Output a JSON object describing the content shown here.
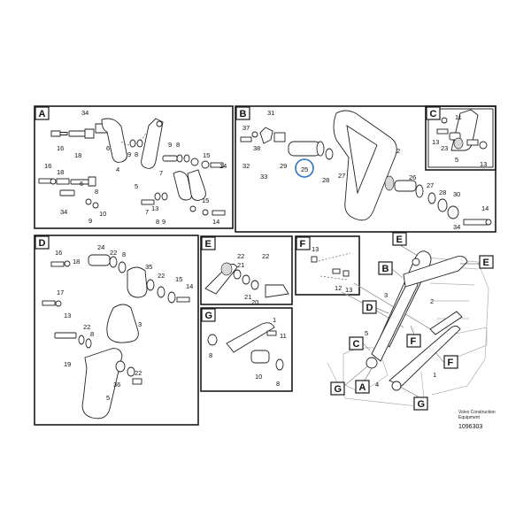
{
  "panels": {
    "A": {
      "label": "A",
      "numbers": [
        "34",
        "16",
        "18",
        "6",
        "4",
        "9",
        "8",
        "5",
        "7",
        "9",
        "8",
        "15",
        "14",
        "16",
        "18",
        "6",
        "8",
        "34",
        "9",
        "10",
        "7",
        "13",
        "8",
        "9",
        "15",
        "14"
      ]
    },
    "B": {
      "label": "B",
      "numbers": [
        "31",
        "37",
        "38",
        "29",
        "25",
        "28",
        "27",
        "2",
        "32",
        "33",
        "26",
        "27",
        "28",
        "30",
        "34",
        "14"
      ]
    },
    "C": {
      "label": "C",
      "numbers": [
        "11",
        "13",
        "23",
        "5",
        "13"
      ]
    },
    "D": {
      "label": "D",
      "numbers": [
        "16",
        "18",
        "24",
        "22",
        "8",
        "35",
        "22",
        "15",
        "14",
        "17",
        "13",
        "3",
        "22",
        "8",
        "19",
        "36",
        "22",
        "5"
      ]
    },
    "E": {
      "label": "E",
      "numbers": [
        "22",
        "21",
        "22",
        "21",
        "20"
      ]
    },
    "F": {
      "label": "F",
      "numbers": [
        "13",
        "12",
        "13"
      ]
    },
    "G": {
      "label": "G",
      "numbers": [
        "1",
        "11",
        "8",
        "10",
        "8"
      ]
    }
  },
  "overview": {
    "tags": [
      "E",
      "E",
      "B",
      "D",
      "F",
      "C",
      "F",
      "A",
      "G",
      "G"
    ],
    "numbers": [
      "3",
      "2",
      "5",
      "4",
      "1"
    ]
  },
  "caption": {
    "line1": "Volvo Construction",
    "line2": "Equipment",
    "ref": "1096303"
  }
}
